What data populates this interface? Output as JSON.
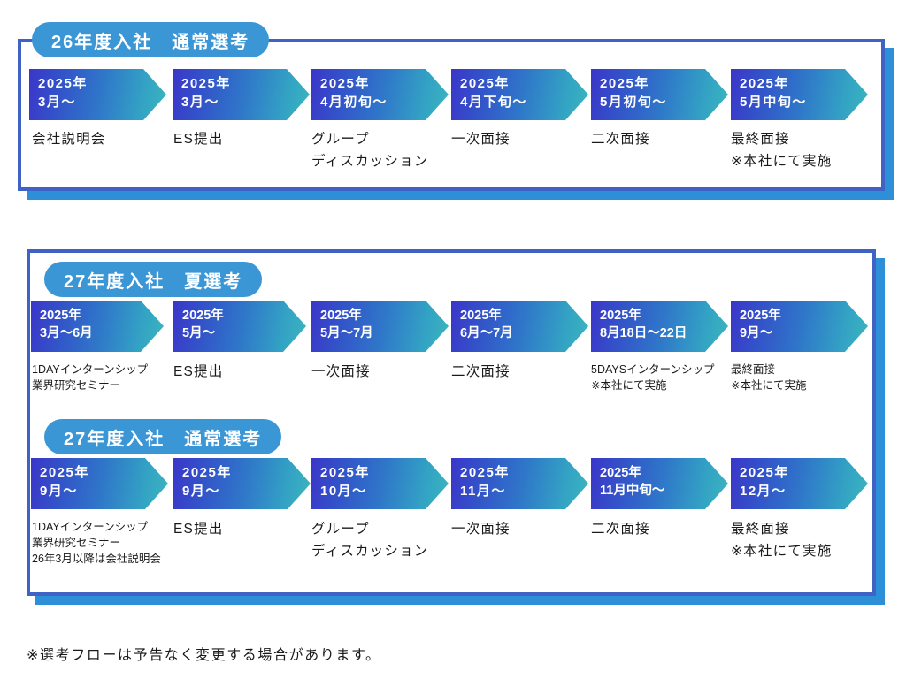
{
  "page": {
    "footnote": "※選考フローは予告なく変更する場合があります。",
    "colors": {
      "frame_border": "#3f62c4",
      "frame_shadow": "#2e8fd9",
      "pill_bg": "#3b96d6",
      "arrow_gradient_start": "#3b36c9",
      "arrow_gradient_end": "#3bb6bd",
      "text": "#1a1a1a",
      "background": "#ffffff"
    }
  },
  "sections": [
    {
      "id": "fy26-normal",
      "title": "26年度入社　通常選考",
      "steps": [
        {
          "period": "2025年\n3月～",
          "label": "会社説明会"
        },
        {
          "period": "2025年\n3月～",
          "label": "ES提出"
        },
        {
          "period": "2025年\n4月初旬～",
          "label": "グループ\nディスカッション"
        },
        {
          "period": "2025年\n4月下旬～",
          "label": "一次面接"
        },
        {
          "period": "2025年\n5月初旬～",
          "label": "二次面接"
        },
        {
          "period": "2025年\n5月中旬～",
          "label": "最終面接\n※本社にて実施"
        }
      ]
    },
    {
      "id": "fy27-summer",
      "title": "27年度入社　夏選考",
      "steps": [
        {
          "period": "2025年\n3月～6月",
          "label": "1DAYインターンシップ\n業界研究セミナー",
          "small": true
        },
        {
          "period": "2025年\n5月～",
          "label": "ES提出"
        },
        {
          "period": "2025年\n5月～7月",
          "label": "一次面接"
        },
        {
          "period": "2025年\n6月～7月",
          "label": "二次面接"
        },
        {
          "period": "2025年\n8月18日～22日",
          "label": "5DAYSインターンシップ\n※本社にて実施",
          "small": true
        },
        {
          "period": "2025年\n9月～",
          "label": "最終面接\n※本社にて実施",
          "small": true
        }
      ]
    },
    {
      "id": "fy27-normal",
      "title": "27年度入社　通常選考",
      "steps": [
        {
          "period": "2025年\n9月～",
          "label": "1DAYインターンシップ\n業界研究セミナー\n26年3月以降は会社説明会",
          "small": true
        },
        {
          "period": "2025年\n9月～",
          "label": "ES提出"
        },
        {
          "period": "2025年\n10月～",
          "label": "グループ\nディスカッション"
        },
        {
          "period": "2025年\n11月～",
          "label": "一次面接"
        },
        {
          "period": "2025年\n11月中旬～",
          "label": "二次面接"
        },
        {
          "period": "2025年\n12月～",
          "label": "最終面接\n※本社にて実施"
        }
      ]
    }
  ]
}
